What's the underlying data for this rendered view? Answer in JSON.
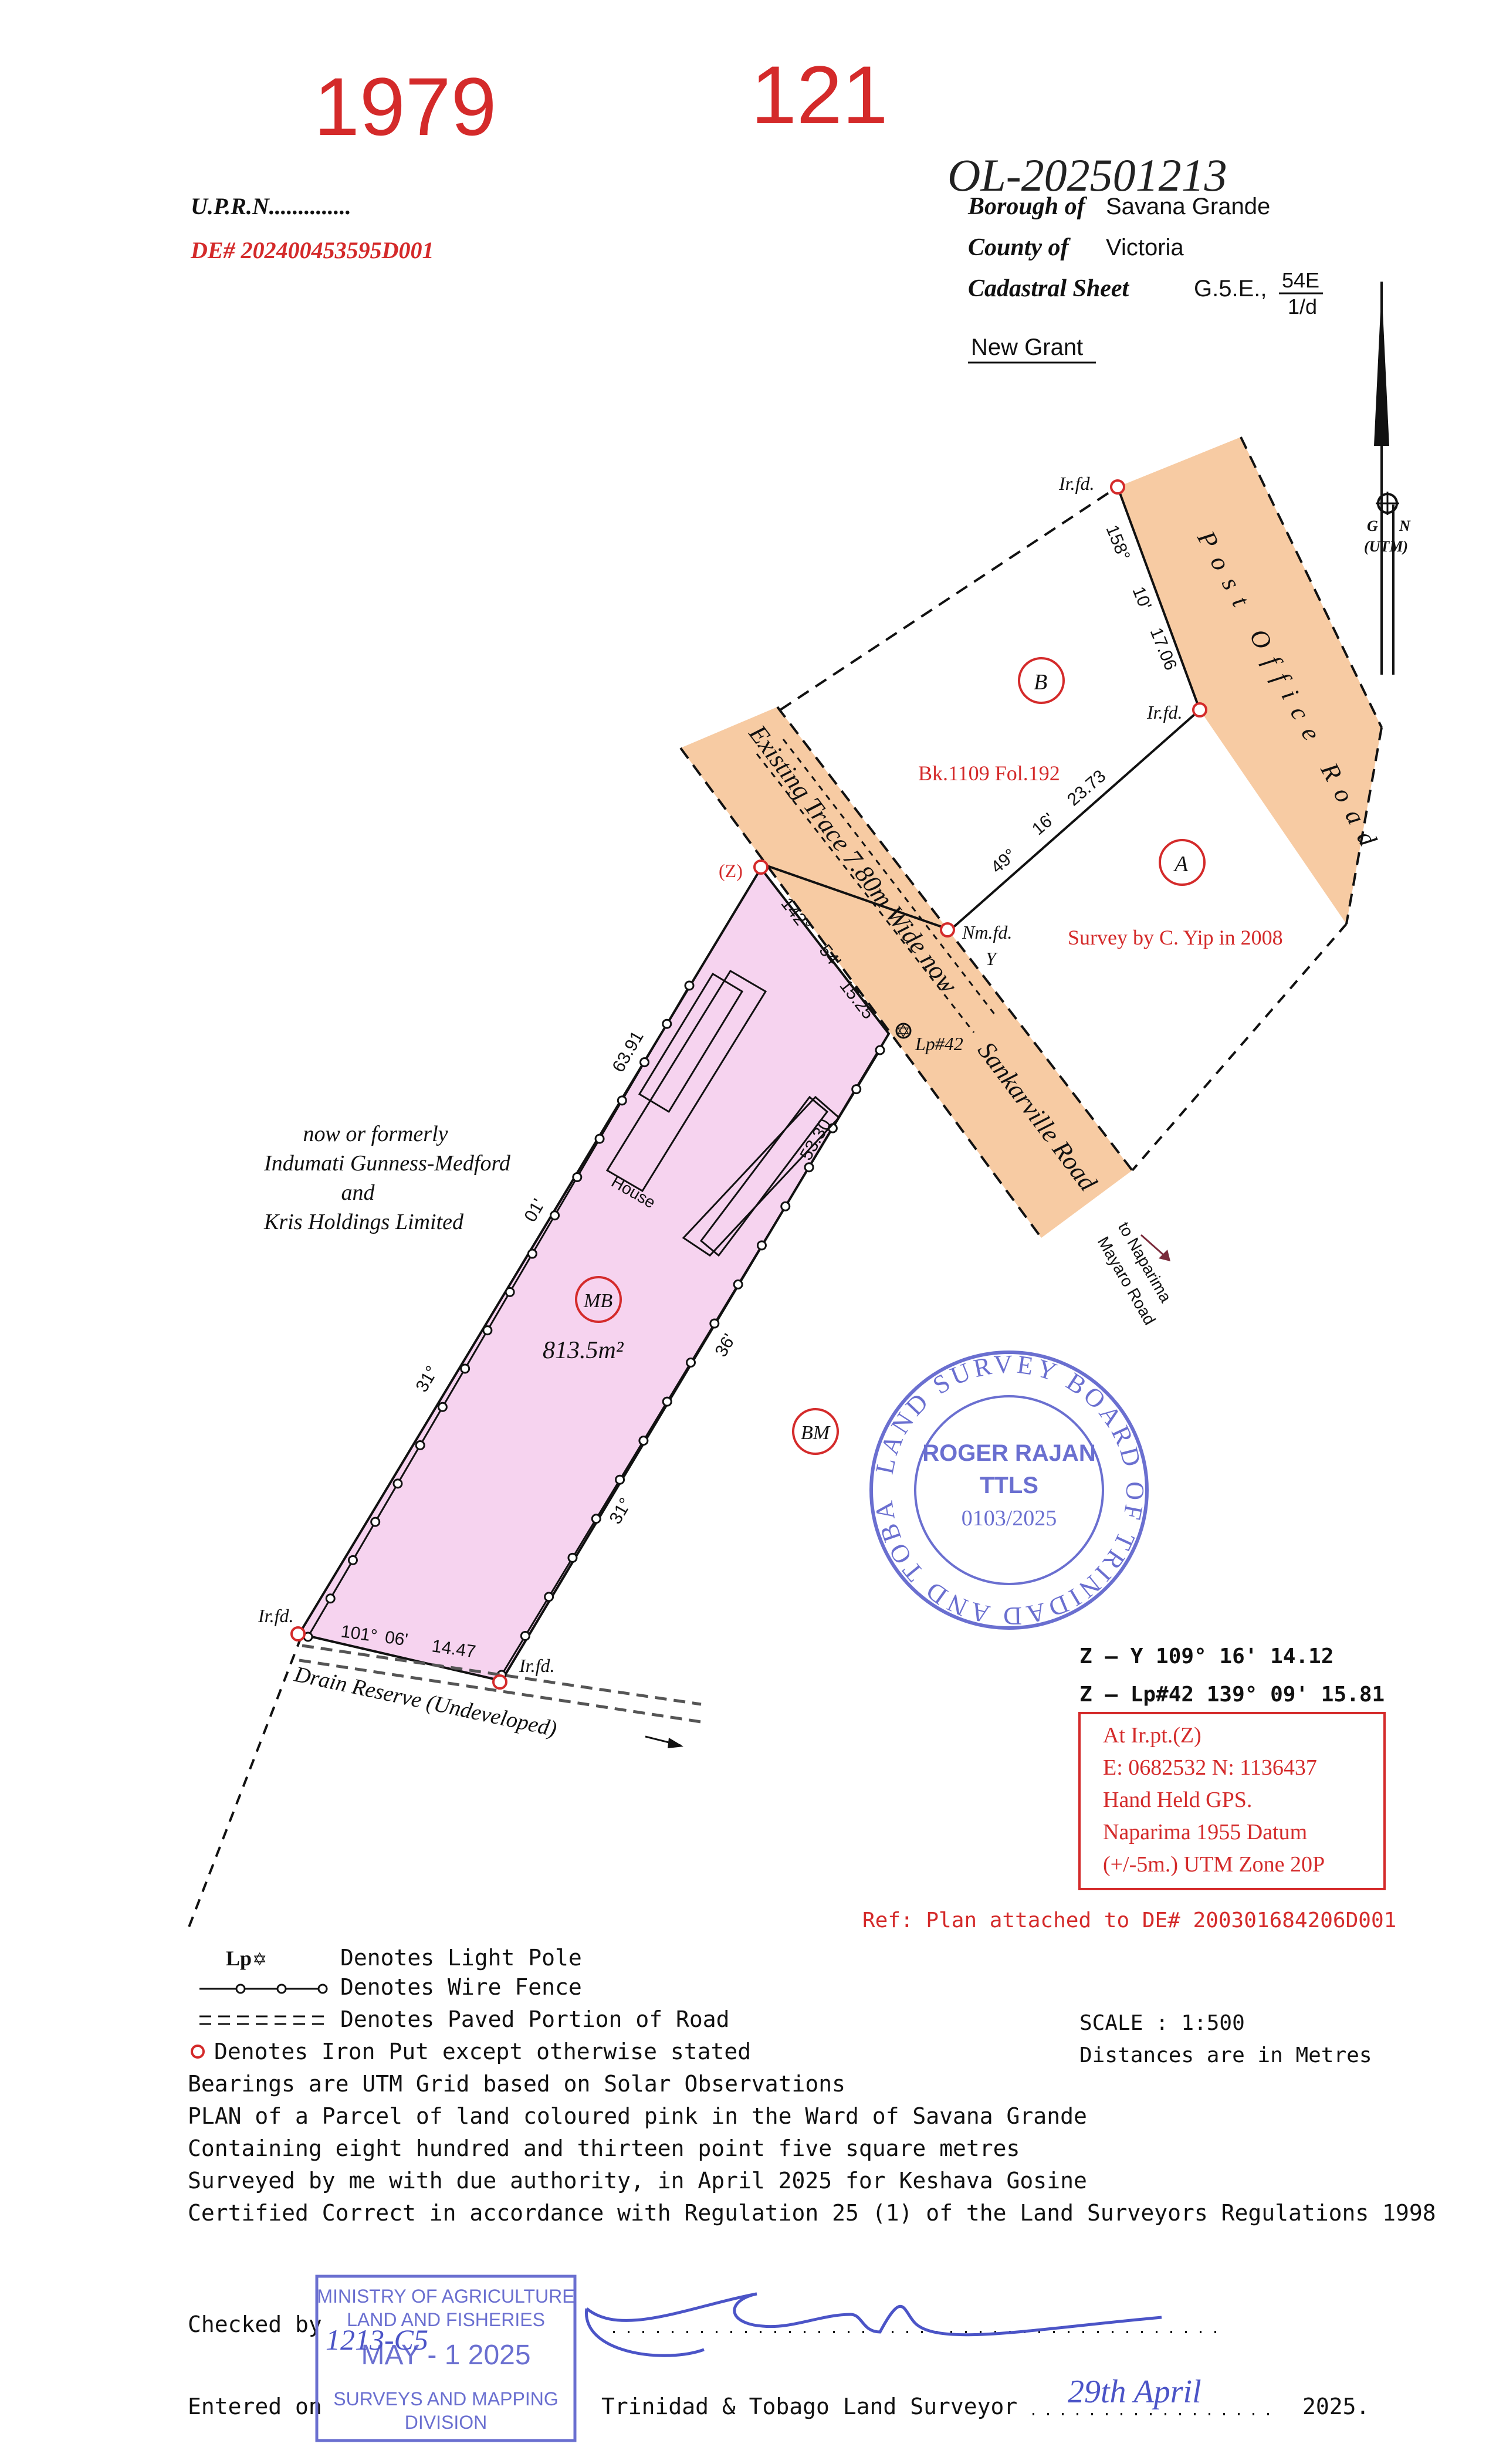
{
  "header": {
    "file_no": "1979",
    "plan_no": "121",
    "ol_ref": "OL-202501213",
    "uprn": "U.P.R.N..............",
    "de_number": "DE# 202400453595D001",
    "borough_label": "Borough of",
    "borough": "Savana Grande",
    "county_label": "County of",
    "county": "Victoria",
    "cadastral_label": "Cadastral Sheet",
    "cadastral_sheet": "G.5.E.,",
    "cadastral_num": "54E",
    "cadastral_den": "1/d",
    "grant": "New Grant"
  },
  "north_arrow": {
    "label_g": "G",
    "label_n": "N",
    "label_utm": "(UTM)"
  },
  "map": {
    "road_post_office": "Post Office Road",
    "road_existing_trace": "Existing Trace 7.80m Wide now",
    "road_sankarville": "Sankarville Road",
    "parcel_b": "B",
    "parcel_a": "A",
    "parcel_mb": "MB",
    "parcel_bm": "BM",
    "parcel_area": "813.5m²",
    "bk_ref": "Bk.1109 Fol.192",
    "survey_note": "Survey by C. Yip in 2008",
    "ir_fd_1": "Ir.fd.",
    "ir_fd_2": "Ir.fd.",
    "ir_fd_3": "Ir.fd.",
    "ir_fd_4": "Ir.fd.",
    "z_label": "(Z)",
    "nm_fd": "Nm.fd.",
    "y_label": "Y",
    "lp_label": "Lp#42",
    "house": "House",
    "bearing_158": "158°",
    "bearing_10": "10'",
    "dist_1706": "17.06",
    "bearing_49": "49°",
    "bearing_16": "16'",
    "dist_2373": "23.73",
    "bearing_142": "142°",
    "bearing_54": "54'",
    "dist_1525": "15.25",
    "dist_6391": "63.91",
    "bearing_01": "01'",
    "bearing_31a": "31°",
    "dist_5330": "53.30",
    "bearing_36": "36'",
    "bearing_31b": "31°",
    "bearing_101": "101°",
    "bearing_06": "06'",
    "dist_1447": "14.47",
    "drain_reserve": "Drain Reserve (Undeveloped)",
    "neighbour_1": "now or formerly",
    "neighbour_2": "Indumati Gunness-Medford",
    "neighbour_3": "and",
    "neighbour_4": "Kris Holdings Limited",
    "to_naparima_1": "to Naparima",
    "to_naparima_2": "Mayaro Road"
  },
  "stamp_lsb": {
    "ring_text": "LAND SURVEY BOARD OF TRINIDAD AND TOBAGO",
    "name": "ROGER RAJAN",
    "title": "TTLS",
    "number": "0103/2025"
  },
  "coords": {
    "line1": "Z – Y   109° 16' 14.12",
    "line2": "Z – Lp#42   139° 09' 15.81",
    "box1": "At Ir.pt.(Z)",
    "box2": "E: 0682532   N: 1136437",
    "box3": "Hand Held GPS.",
    "box4": "Naparima 1955 Datum",
    "box5": "(+/-5m.) UTM Zone 20P",
    "ref": "Ref:  Plan attached to DE# 200301684206D001"
  },
  "legend": {
    "lp_symbol": "Lp",
    "lp": "Denotes Light Pole",
    "wire": "Denotes Wire Fence",
    "paved": "Denotes Paved Portion of Road",
    "iron": "Denotes Iron Put except otherwise stated",
    "scale": "SCALE : 1:500",
    "units": "Distances are in Metres"
  },
  "cert": {
    "line1": "Bearings are UTM Grid based on Solar Observations",
    "line2": "PLAN of a Parcel of land coloured pink in the Ward of Savana Grande",
    "line3": "Containing eight hundred and thirteen point five square metres",
    "line4": "Surveyed by me with due authority, in April 2025 for Keshava Gosine",
    "line5": "Certified Correct in accordance with Regulation 25 (1) of the Land Surveyors Regulations 1998"
  },
  "footer": {
    "checked": "Checked by",
    "entered": "Entered on",
    "surveyor": "Trinidad & Tobago  Land Surveyor",
    "date_hand": "29th April",
    "year": "2025."
  },
  "stamp_min": {
    "l1": "MINISTRY OF AGRICULTURE",
    "l2": "LAND AND FISHERIES",
    "l3": "MAY - 1 2025",
    "l4": "SURVEYS AND MAPPING",
    "l5": "DIVISION",
    "hand": "1213-C5"
  },
  "colors": {
    "road": "#f7cba3",
    "parcel": "#f6d3ef",
    "red_ink": "#d42a2a",
    "stamp_blue": "#6a6fd0"
  }
}
